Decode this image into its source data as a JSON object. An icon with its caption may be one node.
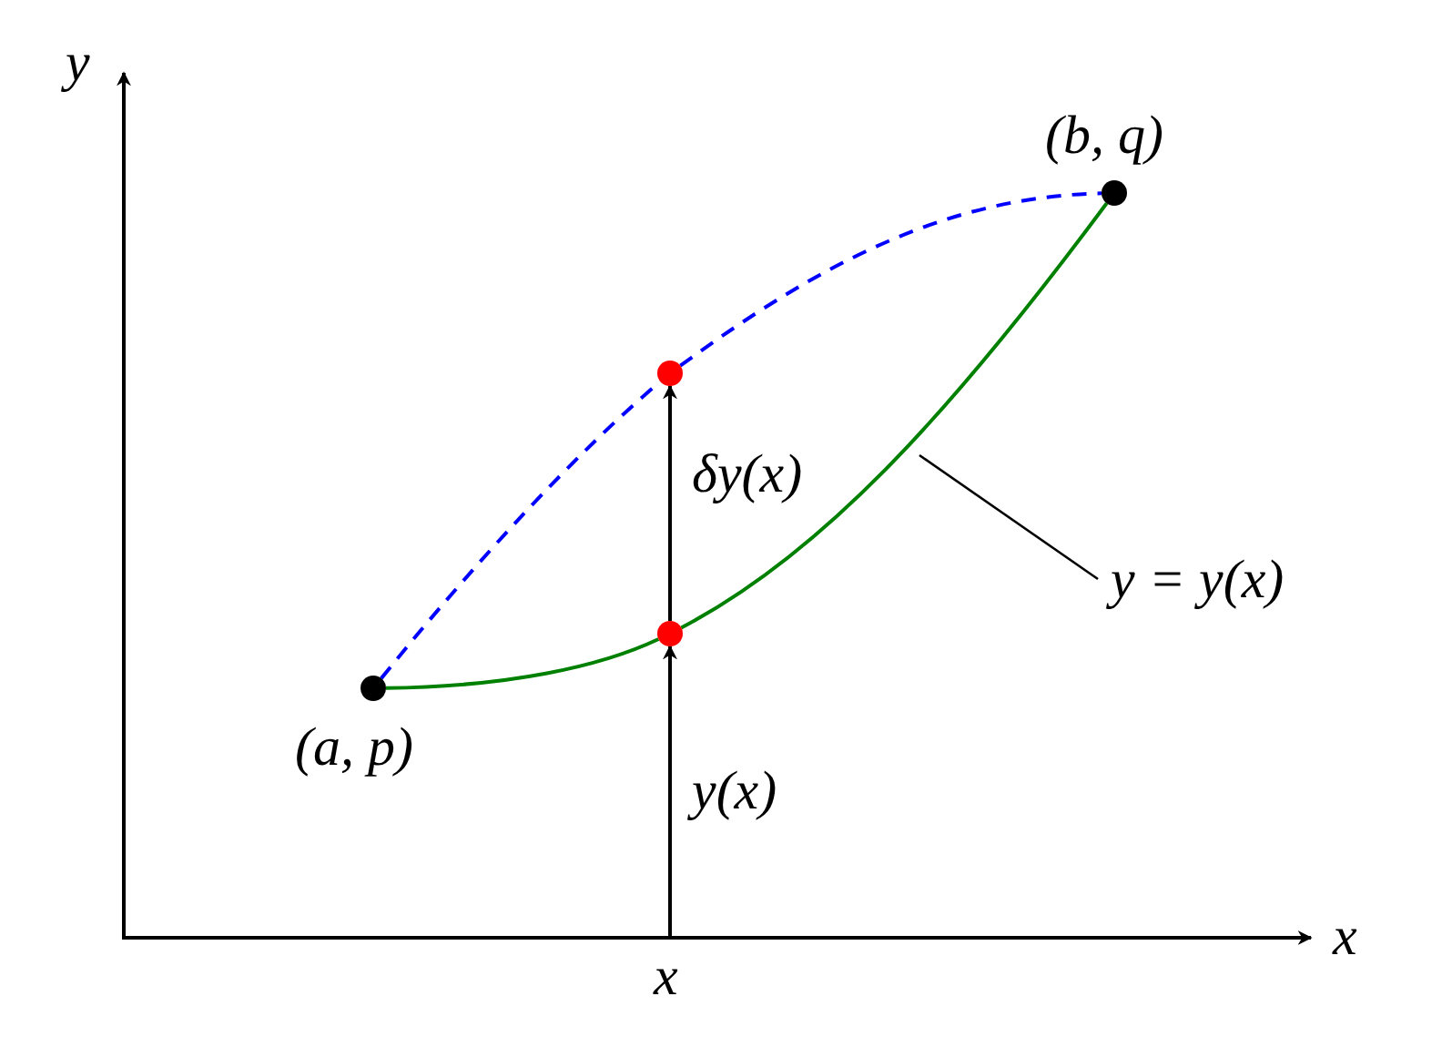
{
  "diagram": {
    "nodes": [
      {
        "text": [],
        "shape": "circle",
        "beside": [
          "(a, p)"
        ]
      },
      {
        "text": [],
        "shape": "circle",
        "beside": [
          "(b, q)"
        ]
      },
      {
        "text": [],
        "shape": "circle"
      },
      {
        "text": [],
        "shape": "circle"
      },
      {
        "text": [
          "y = y(x)"
        ]
      }
    ],
    "edges": [
      {
        "from": 0,
        "to": 3,
        "arrow": "none",
        "color": "#008000"
      },
      {
        "from": 3,
        "to": 1,
        "arrow": "none",
        "color": "#008000"
      },
      {
        "from": 0,
        "to": 2,
        "arrow": "none",
        "style": "dashed",
        "color": "#0000ff"
      },
      {
        "from": 2,
        "to": 1,
        "arrow": "none",
        "style": "dashed",
        "color": "#0000ff"
      },
      {
        "from": null,
        "to": 3,
        "arrow": "to",
        "label": "y(x)"
      },
      {
        "from": 3,
        "to": 2,
        "arrow": "to",
        "label": "δy(x)"
      },
      {
        "from": 4,
        "to": null,
        "arrow": "none"
      }
    ],
    "labels": [
      "y",
      "x",
      "x"
    ]
  }
}
